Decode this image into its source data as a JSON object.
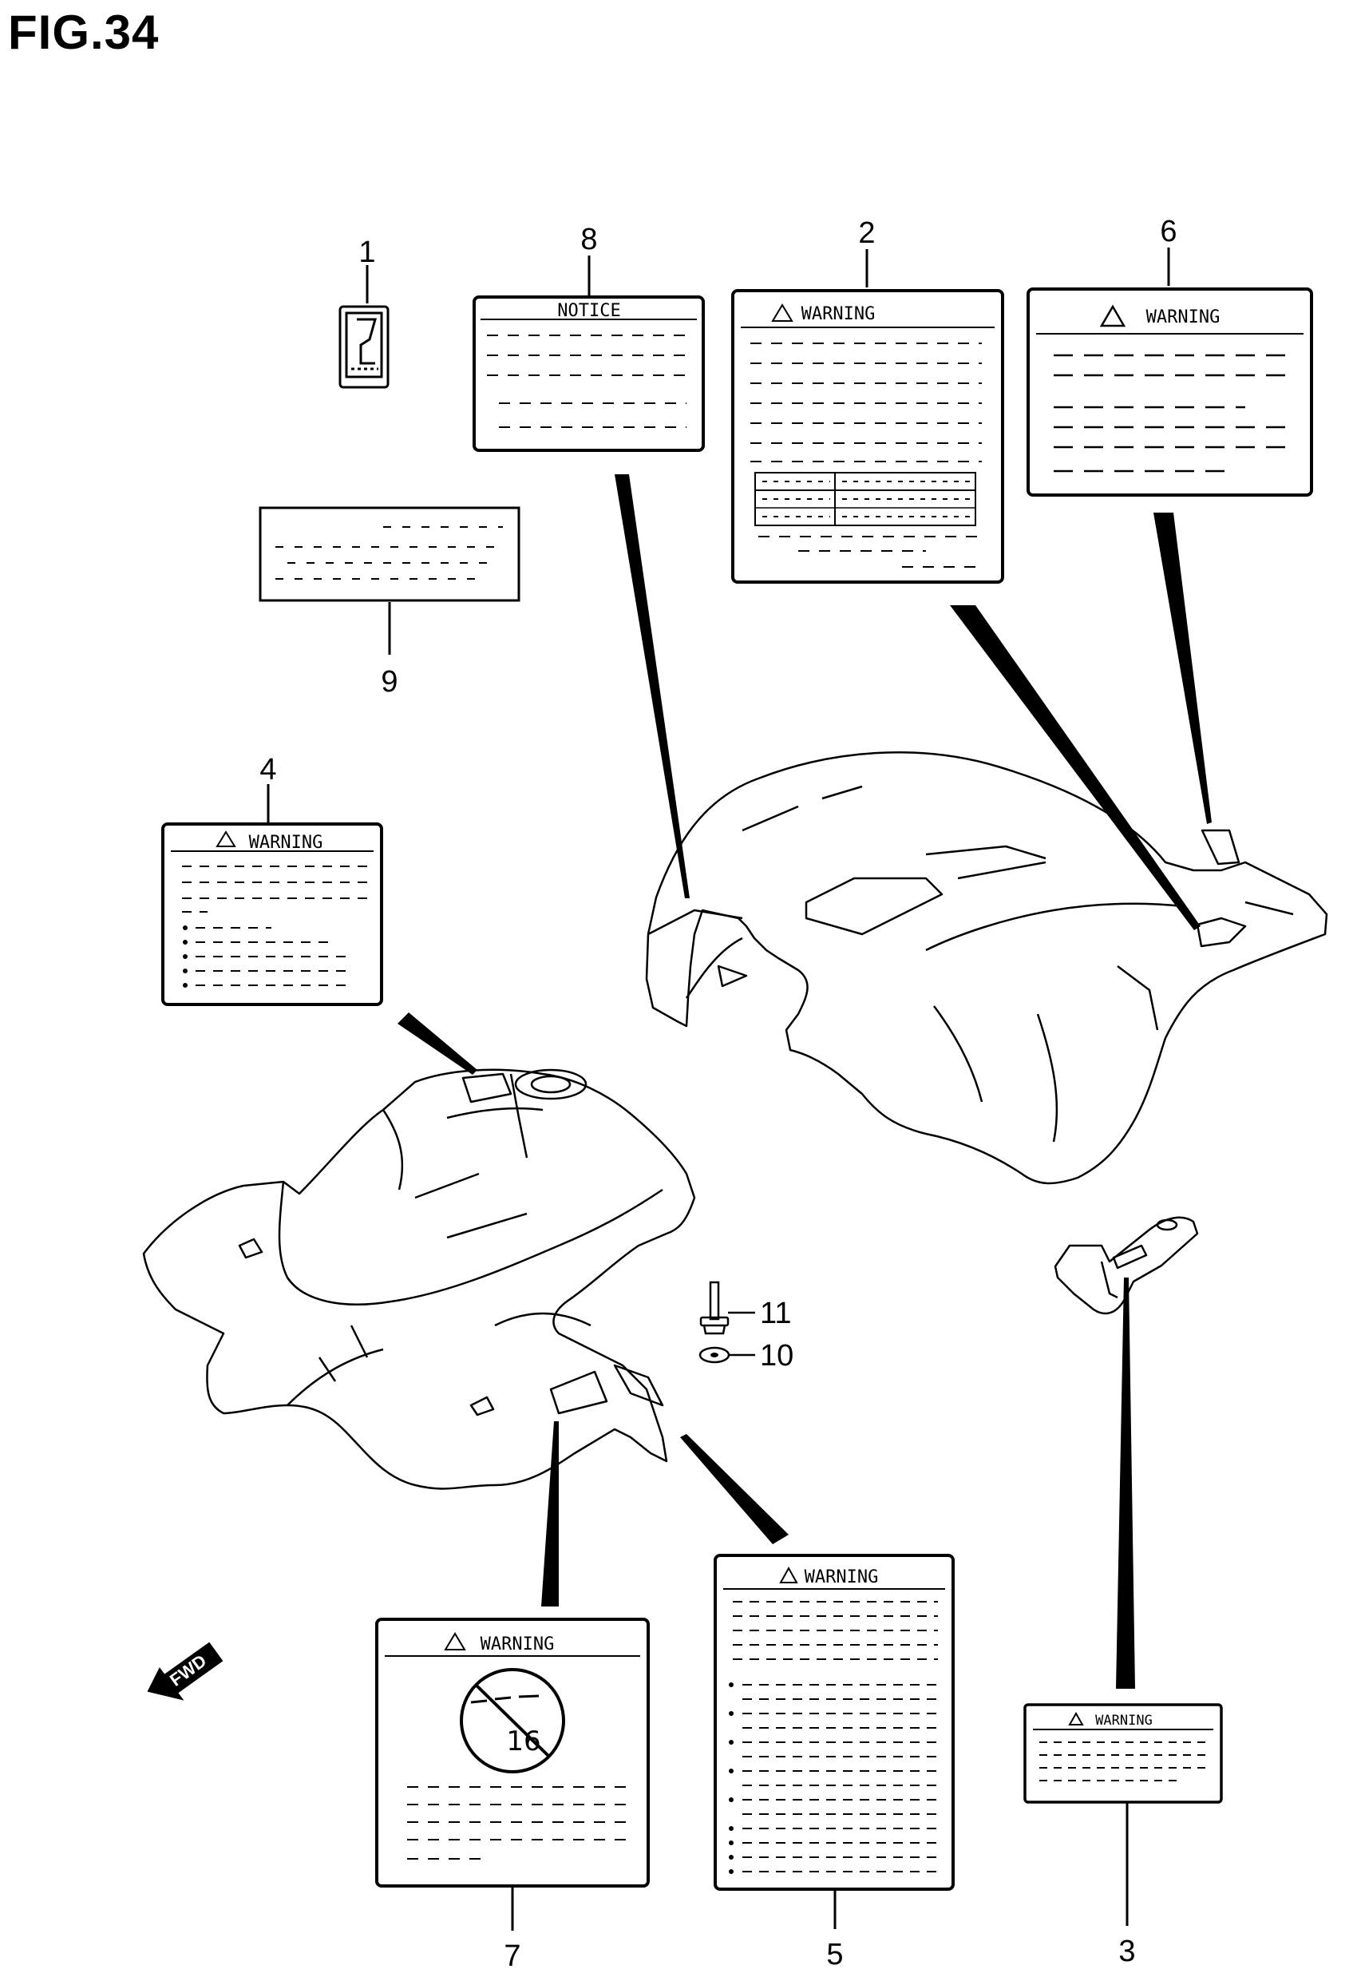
{
  "figure": {
    "title": "FIG.34"
  },
  "labels": {
    "notice": "NOTICE",
    "warning_2": "WARNING",
    "warning_6": "WARNING",
    "warning_4": "WARNING",
    "warning_7": "WARNING",
    "warning_5": "WARNING",
    "warning_3": "WARNING",
    "age_badge": "16"
  },
  "callouts": {
    "c1": "1",
    "c2": "2",
    "c3": "3",
    "c4": "4",
    "c5": "5",
    "c6": "6",
    "c7": "7",
    "c8": "8",
    "c9": "9",
    "c10": "10",
    "c11": "11"
  },
  "direction": {
    "arrow_label": "FWD"
  },
  "colors": {
    "ink": "#000000",
    "paper": "#ffffff"
  }
}
